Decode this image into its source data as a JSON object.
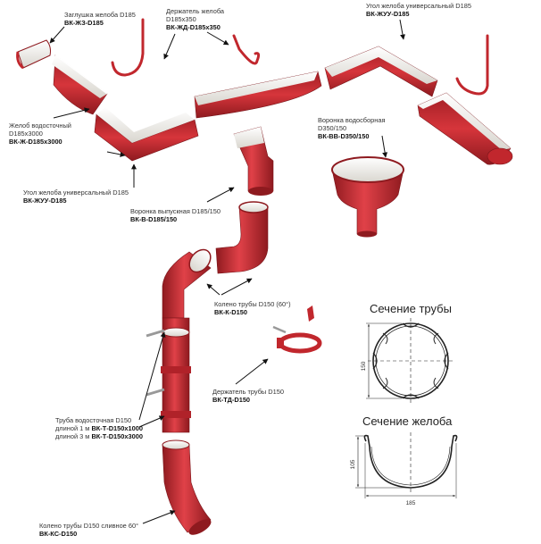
{
  "colors": {
    "red": "#c1272d",
    "red_dark": "#8e1a1f",
    "inner": "#f1efea"
  },
  "labels": {
    "end_cap": {
      "lines": [
        "Заглушка желоба D185"
      ],
      "code": "ВК-ЖЗ-D185"
    },
    "bracket": {
      "lines": [
        "Держатель желоба",
        "D185x350"
      ],
      "code": "ВК-ЖД-D185x350"
    },
    "gutter": {
      "lines": [
        "Желоб водосточный",
        "D185x3000"
      ],
      "code": "ВК-Ж-D185x3000"
    },
    "corner_top": {
      "lines": [
        "Угол желоба универсальный D185"
      ],
      "code": "ВК-ЖУУ-D185"
    },
    "corner_left": {
      "lines": [
        "Угол желоба универсальный D185"
      ],
      "code": "ВК-ЖУУ-D185"
    },
    "funnel_outlet": {
      "lines": [
        "Воронка выпускная D185/150"
      ],
      "code": "ВК-В-D185/150"
    },
    "funnel_collect": {
      "lines": [
        "Воронка водосборная",
        "D350/150"
      ],
      "code": "ВК-ВВ-D350/150"
    },
    "elbow": {
      "lines": [
        "Колено трубы D150 (60°)"
      ],
      "code": "ВК-К-D150"
    },
    "pipe_bracket": {
      "lines": [
        "Держатель трубы D150"
      ],
      "code": "ВК-ТД-D150"
    },
    "pipe": {
      "line1": "Труба водосточная D150",
      "line2a": "длиной 1 м",
      "code2": "ВК-Т-D150x1000",
      "line3a": "длиной 3 м",
      "code3": "ВК-Т-D150x3000"
    },
    "drain_elbow": {
      "lines": [
        "Колено трубы D150 сливное 60°"
      ],
      "code": "ВК-КС-D150"
    }
  },
  "sections": {
    "pipe": {
      "title": "Сечение трубы",
      "dim": "150"
    },
    "gutter": {
      "title": "Сечение желоба",
      "dim_h": "105",
      "dim_w": "185"
    }
  }
}
